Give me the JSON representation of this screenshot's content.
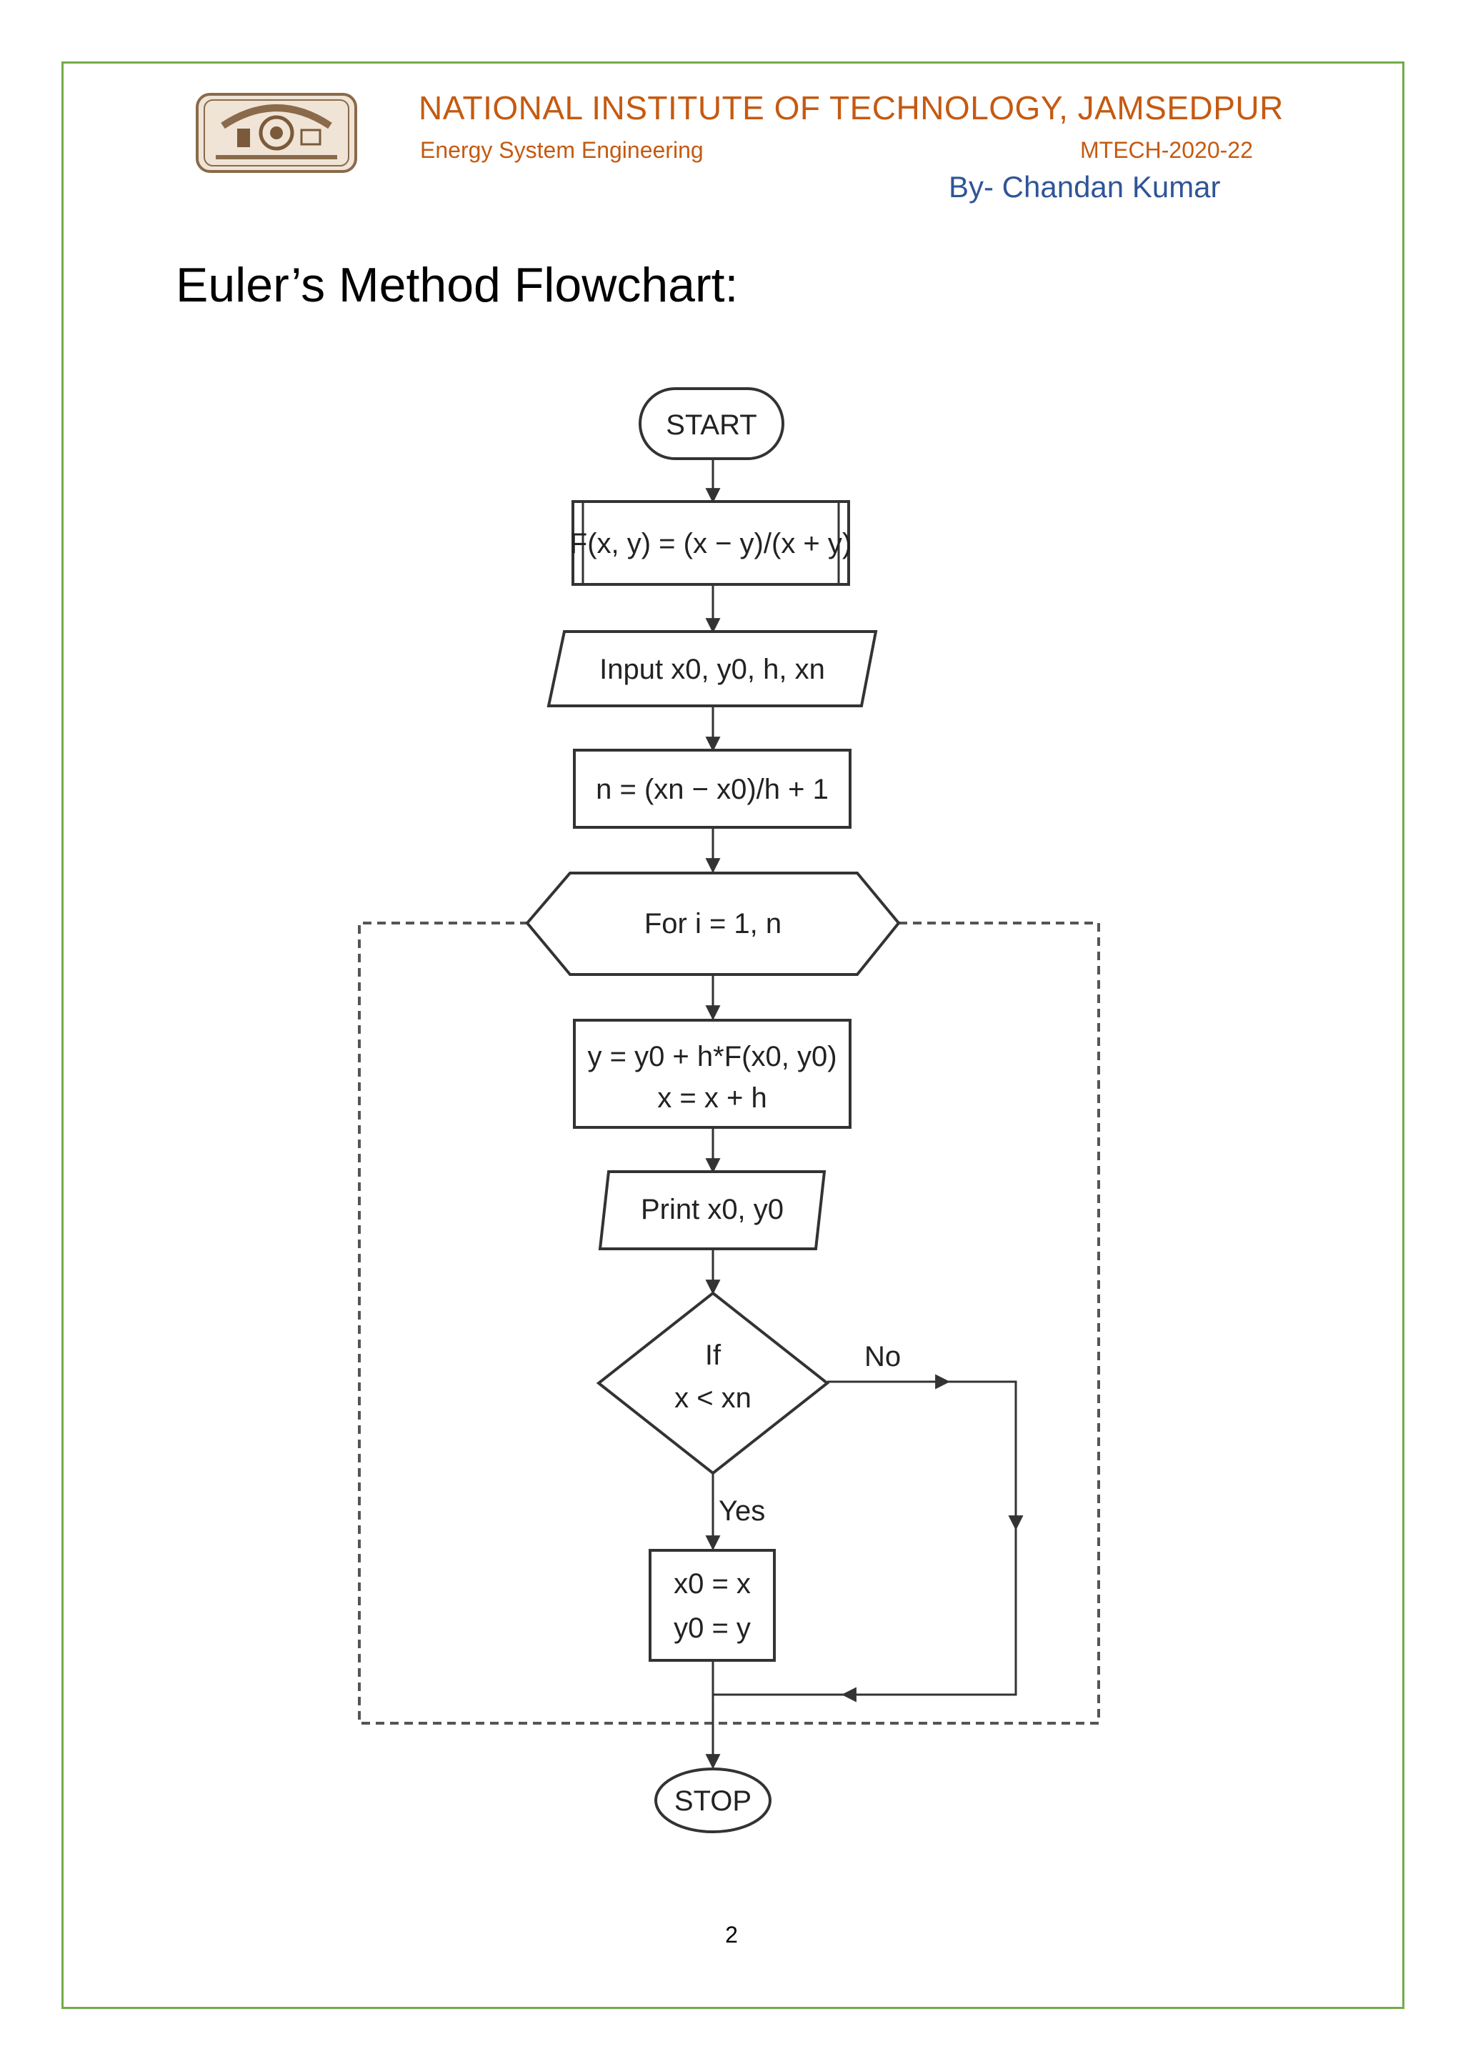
{
  "header": {
    "institute": "NATIONAL INSTITUTE OF TECHNOLOGY, JAMSEDPUR",
    "department": "Energy System Engineering",
    "batch": "MTECH-2020-22",
    "author": "By- Chandan Kumar"
  },
  "document": {
    "title": "Euler’s Method Flowchart:",
    "page_number": "2"
  },
  "flowchart": {
    "start": "START",
    "function_def": "F(x, y) = (x − y)/(x + y)",
    "input": "Input x0, y0, h, xn",
    "compute_n": "n = (xn − x0)/h + 1",
    "loop": "For i = 1, n",
    "update_line1": "y = y0 + h*F(x0, y0)",
    "update_line2": "x = x + h",
    "print": "Print x0, y0",
    "decision_line1": "If",
    "decision_line2": "x < xn",
    "no_label": "No",
    "yes_label": "Yes",
    "assign_line1": "x0 = x",
    "assign_line2": "y0 = y",
    "stop": "STOP"
  },
  "colors": {
    "border": "#70ad47",
    "header_orange": "#c55a11",
    "author_blue": "#2f5597"
  }
}
